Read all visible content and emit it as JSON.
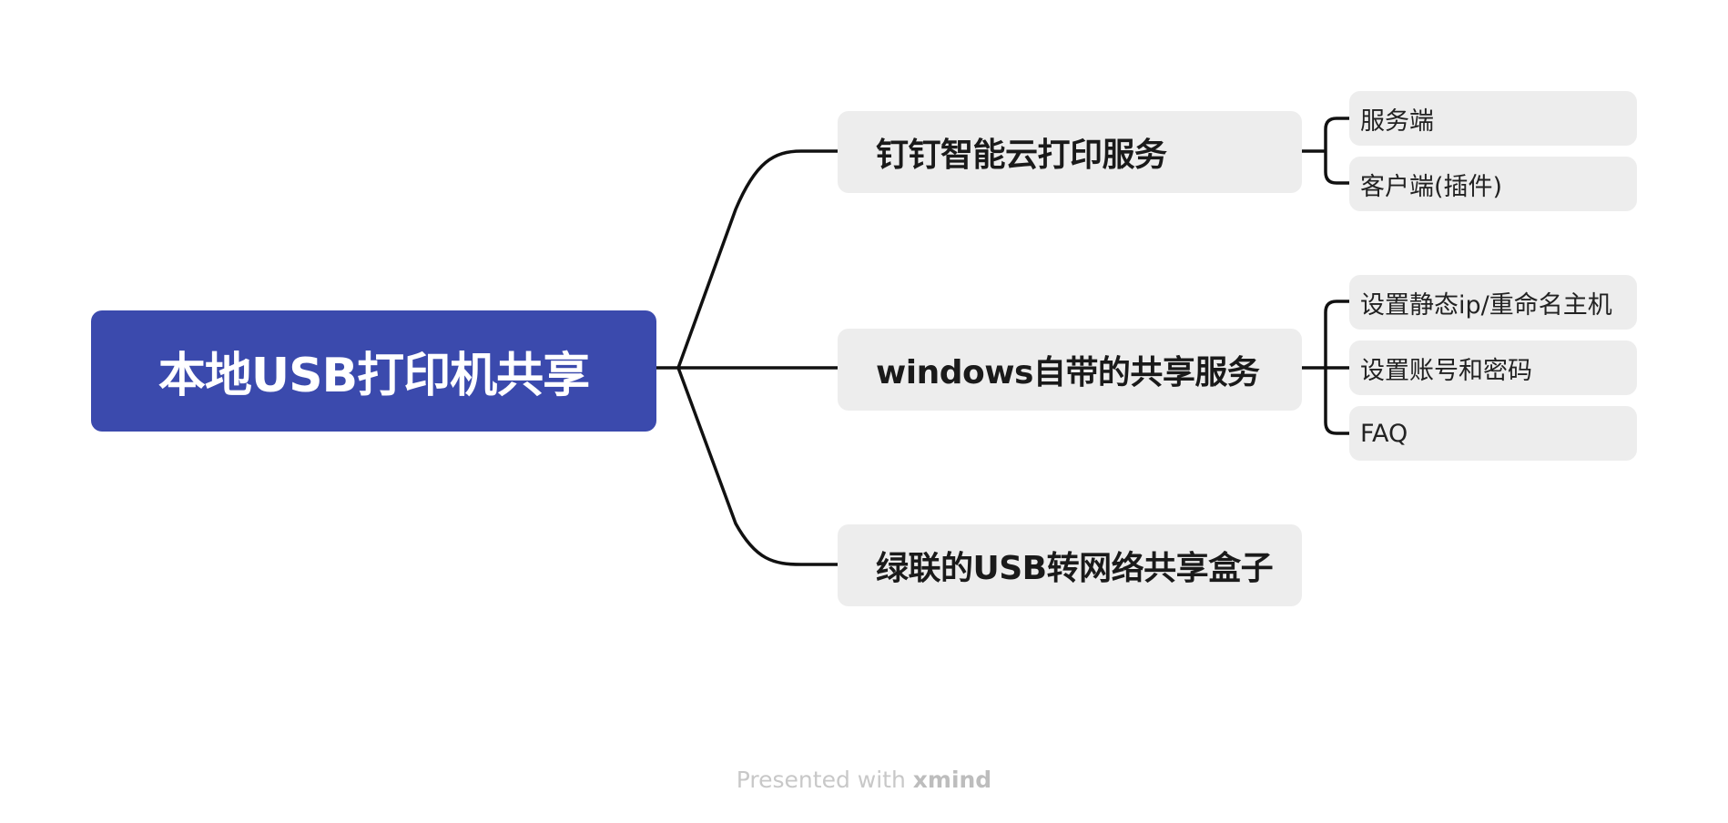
{
  "root": {
    "label": "本地USB打印机共享",
    "color": "#3B4AAD"
  },
  "branches": [
    {
      "label": "钉钉智能云打印服务",
      "children": [
        {
          "label": "服务端"
        },
        {
          "label": "客户端(插件)"
        }
      ]
    },
    {
      "label": "windows自带的共享服务",
      "children": [
        {
          "label": "设置静态ip/重命名主机"
        },
        {
          "label": "设置账号和密码"
        },
        {
          "label": "FAQ"
        }
      ]
    },
    {
      "label": "绿联的USB转网络共享盒子",
      "children": []
    }
  ],
  "footer": {
    "prefix": "Presented with",
    "brand": "xmind"
  }
}
